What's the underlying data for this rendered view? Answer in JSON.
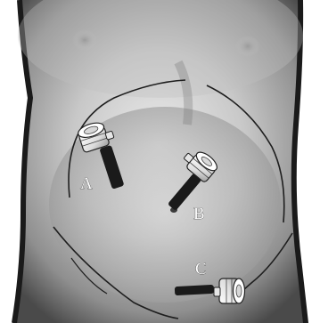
{
  "figure": {
    "labels": {
      "port_a": "A",
      "port_b": "B",
      "port_c": "C"
    },
    "colors": {
      "background": "#ffffff",
      "skin_light": "#e6e6e6",
      "skin_mid": "#a9a9a9",
      "skin_dark": "#5a5a5a",
      "torso_edge": "#111111",
      "outline": "#1e1e1e",
      "trocar_body": "#1a1a1a",
      "trocar_cap": "#f2f2f2"
    }
  }
}
